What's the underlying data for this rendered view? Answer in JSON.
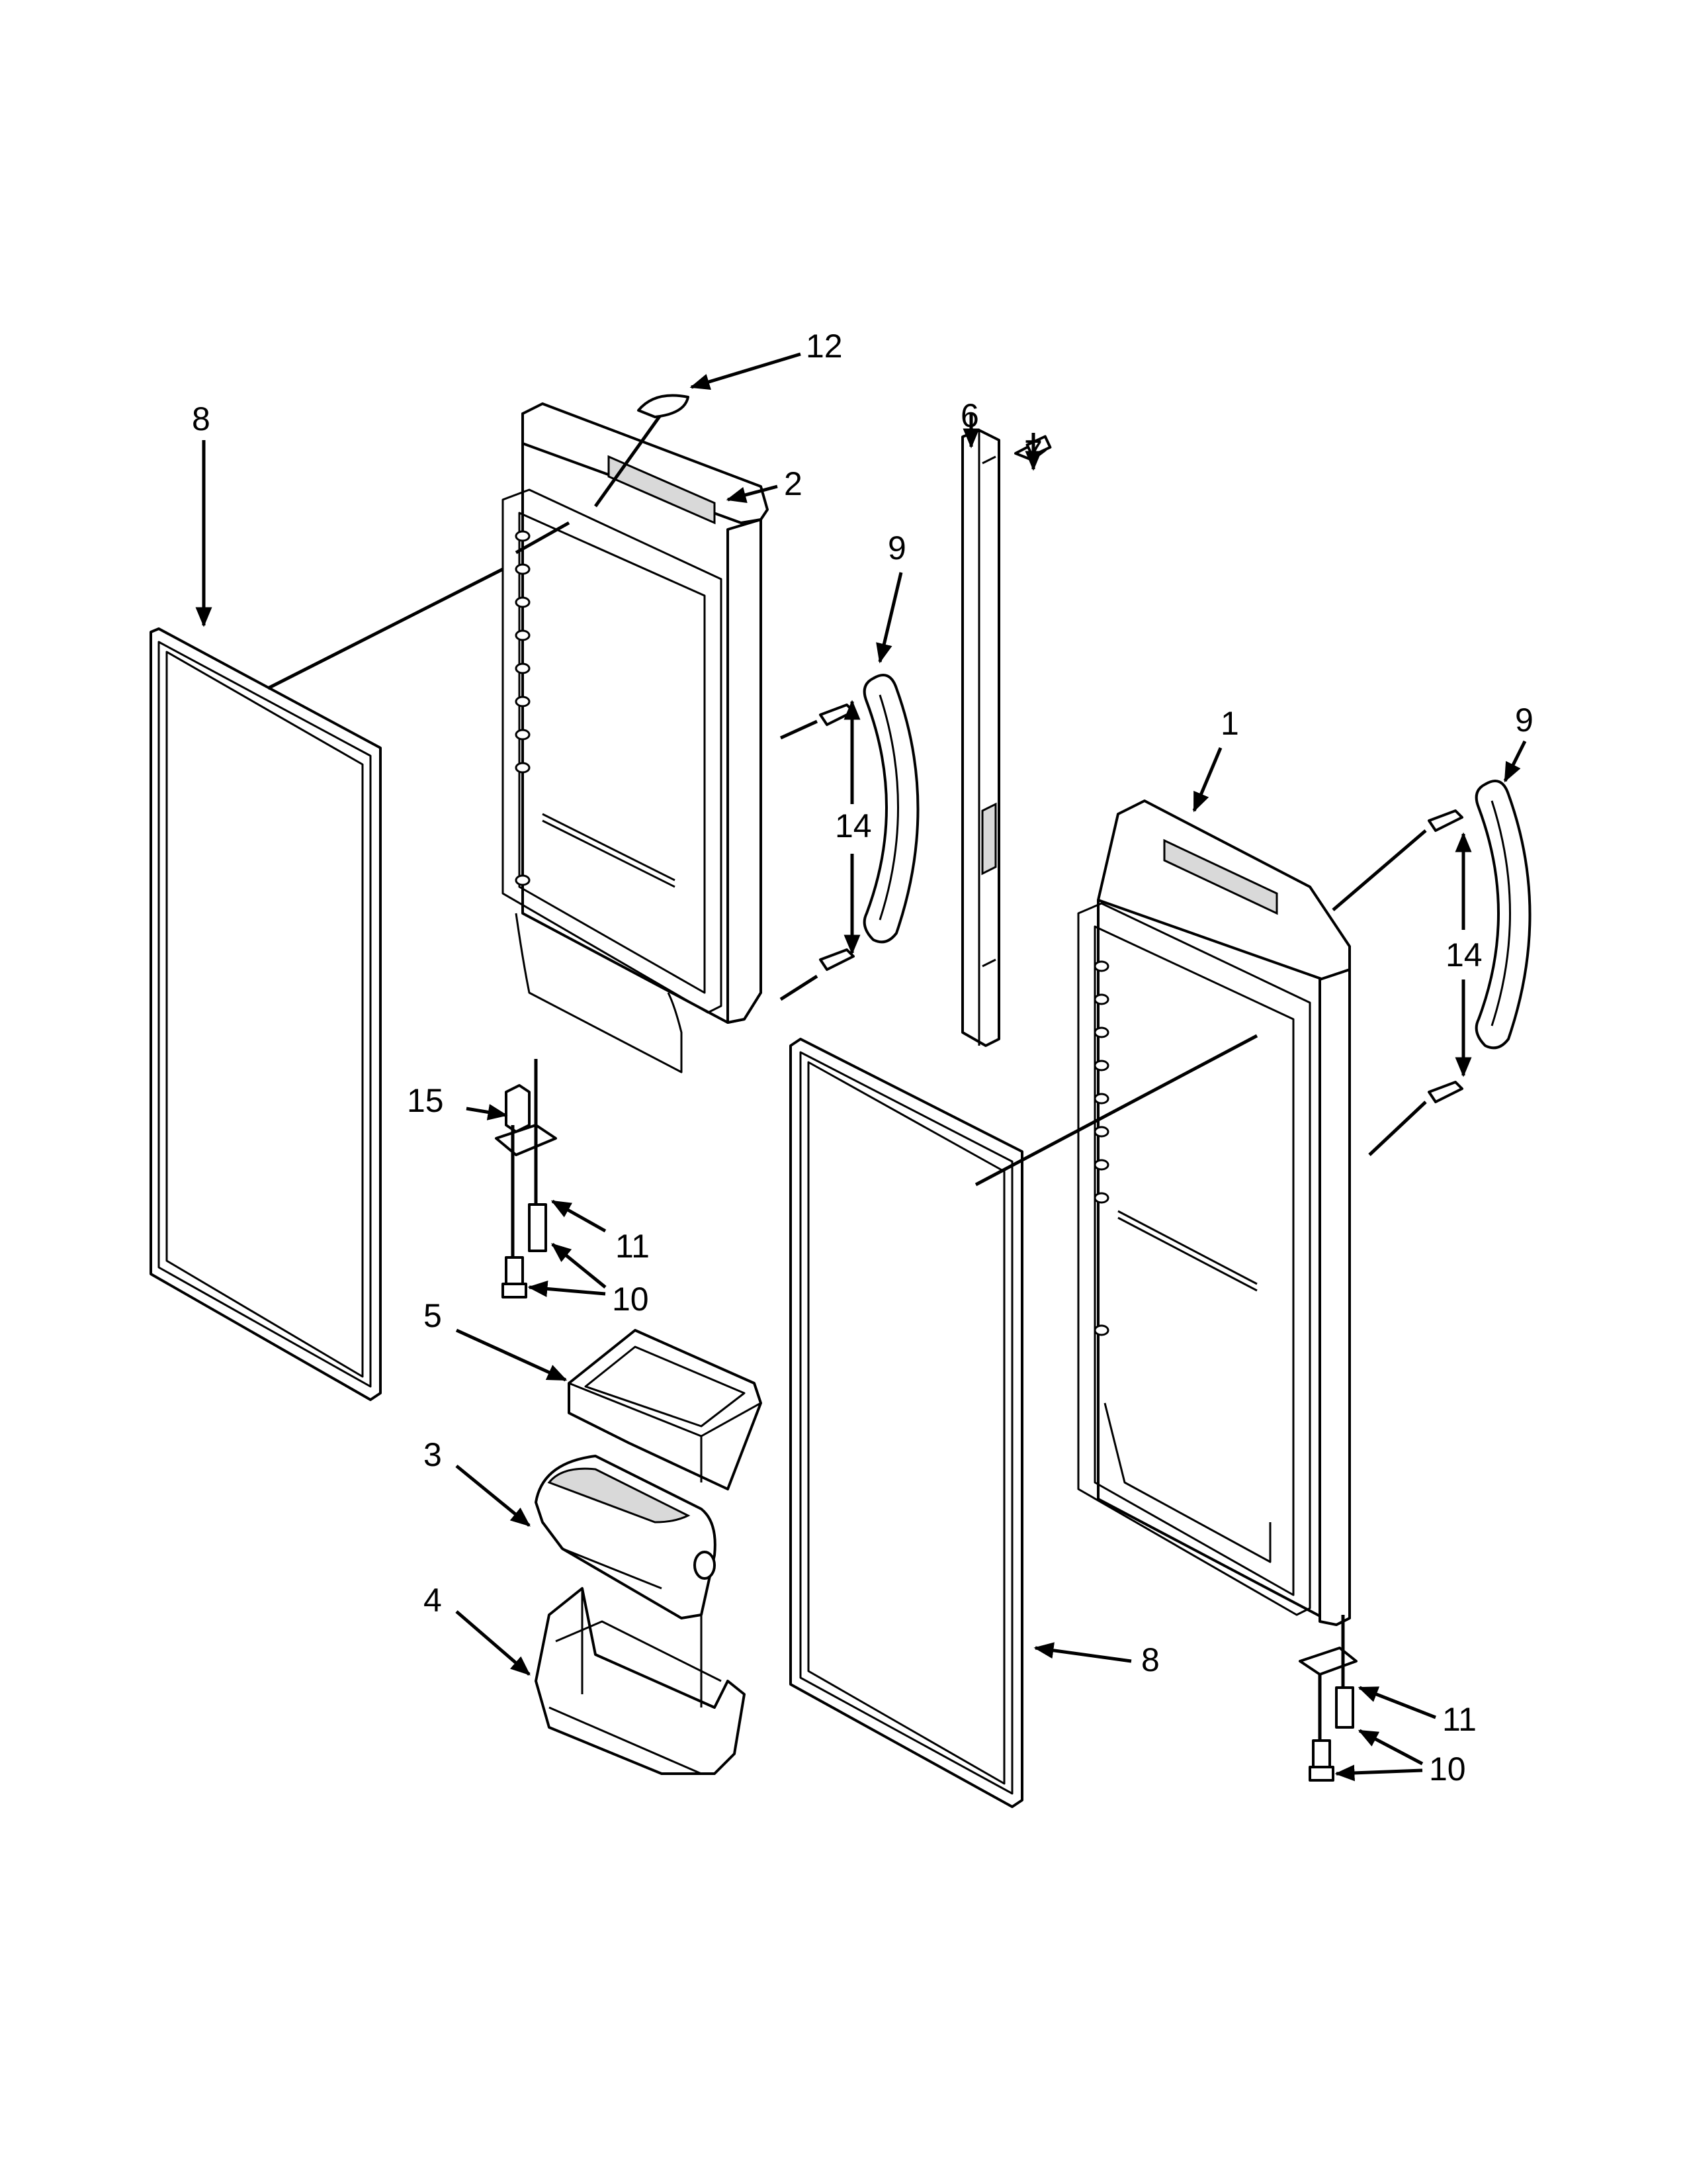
{
  "diagram": {
    "callouts": [
      {
        "id": "c12",
        "text": "12"
      },
      {
        "id": "c2",
        "text": "2"
      },
      {
        "id": "c6",
        "text": "6"
      },
      {
        "id": "c7",
        "text": "7"
      },
      {
        "id": "c8a",
        "text": "8"
      },
      {
        "id": "c9a",
        "text": "9"
      },
      {
        "id": "c14a",
        "text": "14"
      },
      {
        "id": "c1",
        "text": "1"
      },
      {
        "id": "c9b",
        "text": "9"
      },
      {
        "id": "c14b",
        "text": "14"
      },
      {
        "id": "c15",
        "text": "15"
      },
      {
        "id": "c11a",
        "text": "11"
      },
      {
        "id": "c10a",
        "text": "10"
      },
      {
        "id": "c5",
        "text": "5"
      },
      {
        "id": "c3",
        "text": "3"
      },
      {
        "id": "c4",
        "text": "4"
      },
      {
        "id": "c8b",
        "text": "8"
      },
      {
        "id": "c11b",
        "text": "11"
      },
      {
        "id": "c10b",
        "text": "10"
      }
    ]
  }
}
